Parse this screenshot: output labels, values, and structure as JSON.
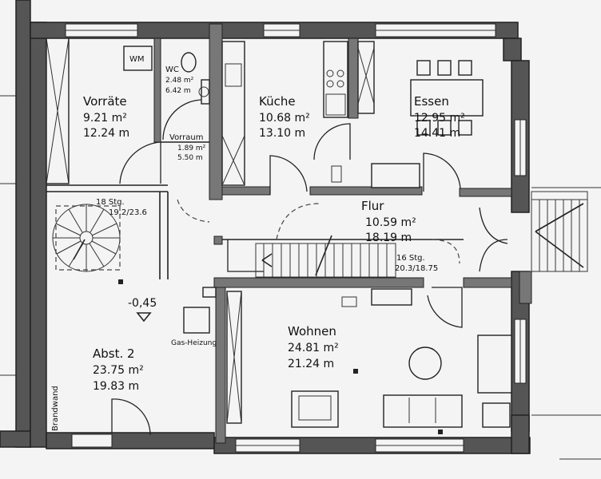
{
  "rooms": {
    "vorraete": {
      "name": "Vorräte",
      "area1": "9.21 m²",
      "area2": "12.24 m"
    },
    "wc": {
      "name": "WC",
      "area1": "2.48 m²",
      "area2": "6.42 m"
    },
    "vorraum": {
      "name": "Vorraum",
      "area1": "1.89 m²",
      "area2": "5.50 m"
    },
    "kueche": {
      "name": "Küche",
      "area1": "10.68 m²",
      "area2": "13.10 m"
    },
    "essen": {
      "name": "Essen",
      "area1": "12.95 m²",
      "area2": "14.41 m"
    },
    "flur": {
      "name": "Flur",
      "area1": "10.59 m²",
      "area2": "18.19 m"
    },
    "wohnen": {
      "name": "Wohnen",
      "area1": "24.81 m²",
      "area2": "21.24 m"
    },
    "abst": {
      "name": "Abst. 2",
      "area1": "23.75 m²",
      "area2": "19.83 m"
    }
  },
  "labels": {
    "wm": "WM",
    "stairs_spiral": "18 Stg.",
    "stairs_spiral_dims": "19.2/23.6",
    "stairs_main": "16 Stg.",
    "stairs_main_dims": "20.3/18.75",
    "level": "-0,45",
    "heating": "Gas-Heizung",
    "brandwand": "Brandwand"
  }
}
